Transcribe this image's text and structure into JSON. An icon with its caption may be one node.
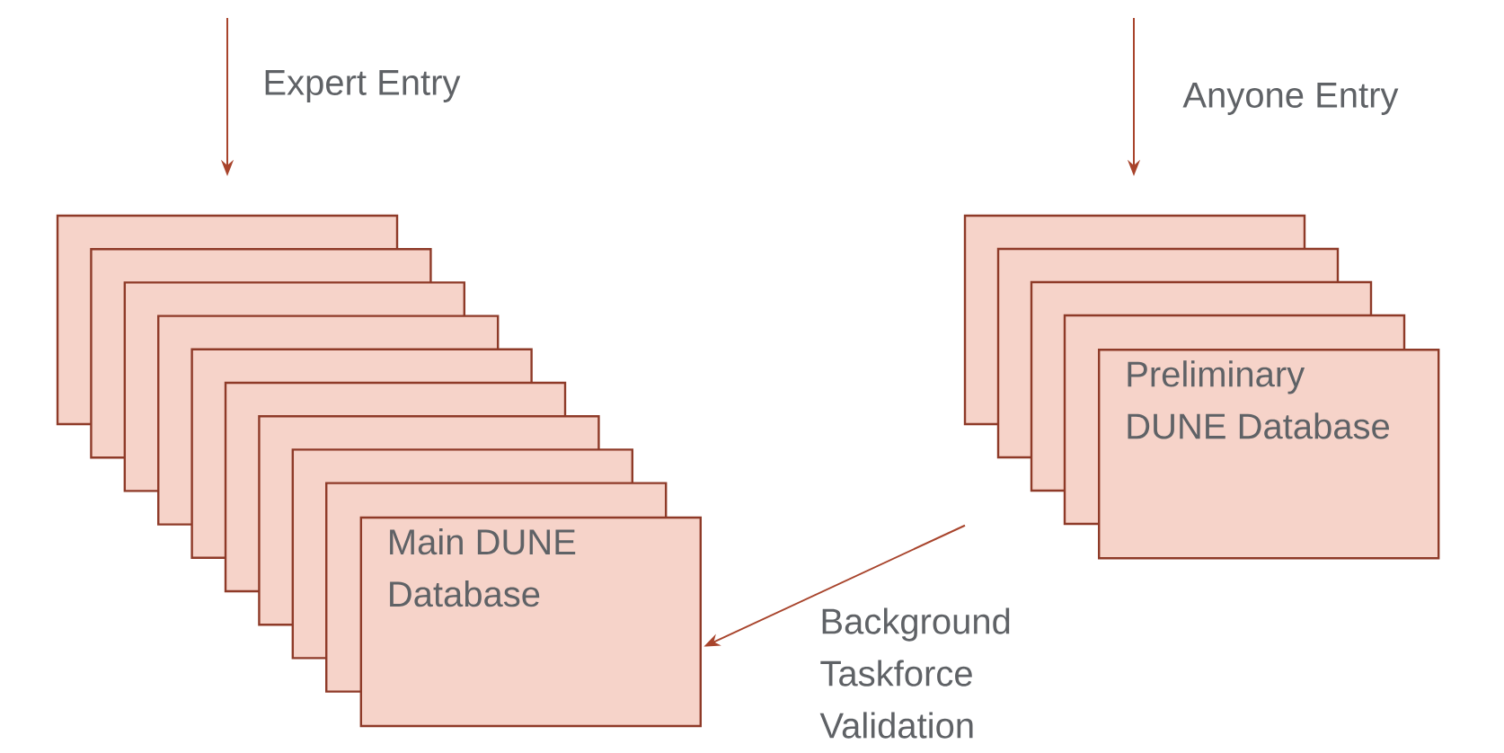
{
  "diagram": {
    "nodes": [
      {
        "text": [
          "Main DUNE Database"
        ]
      },
      {
        "text": [
          "Preliminary DUNE Database"
        ]
      }
    ],
    "edges": [
      {
        "from": null,
        "to": 0,
        "arrow": "to",
        "label": "Expert Entry"
      },
      {
        "from": null,
        "to": 1,
        "arrow": "to",
        "label": "Anyone Entry"
      },
      {
        "from": 1,
        "to": 0,
        "arrow": "to",
        "label": "Background Taskforce Validation"
      }
    ]
  }
}
